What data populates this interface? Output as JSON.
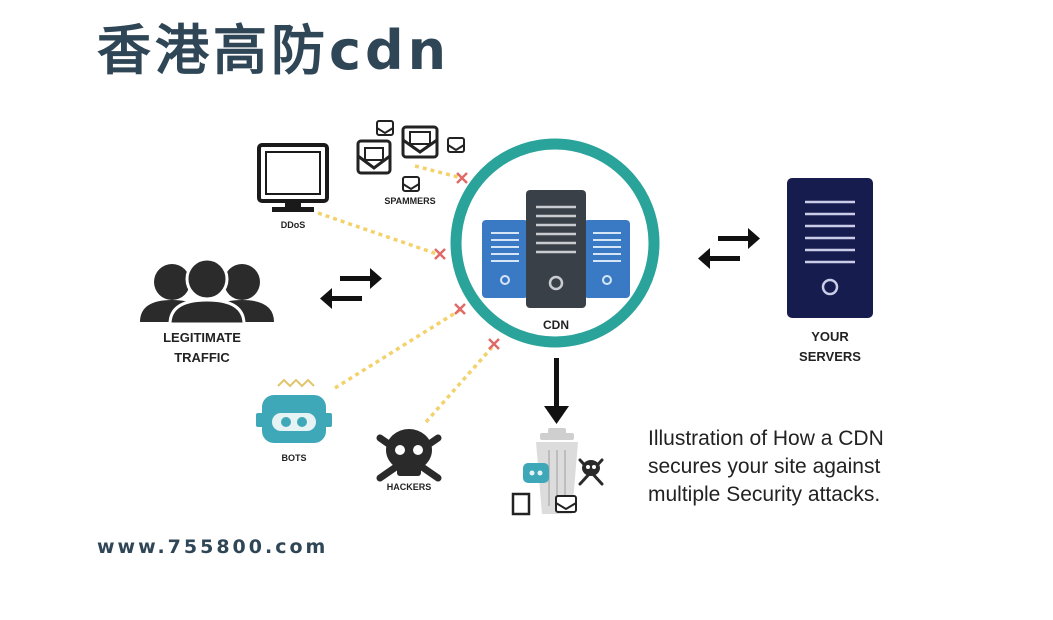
{
  "title": "香港高防cdn",
  "website": "www.755800.com",
  "diagram": {
    "labels": {
      "ddos": "DDoS",
      "spammers": "SPAMMERS",
      "legit_line1": "LEGITIMATE",
      "legit_line2": "TRAFFIC",
      "bots": "BOTS",
      "hackers": "HACKERS",
      "cdn": "CDN",
      "servers_line1": "YOUR",
      "servers_line2": "SERVERS"
    },
    "caption": [
      "Illustration of How a CDN",
      "secures your site against",
      "multiple Security attacks."
    ],
    "colors": {
      "ring": "#2aa39a",
      "server_blue": "#3a79c4",
      "server_dark": "#3a4048",
      "your_server": "#161d4e",
      "bot": "#3fa8b8",
      "dotted": "#f3d26b",
      "block_x": "#e06a6a"
    }
  }
}
